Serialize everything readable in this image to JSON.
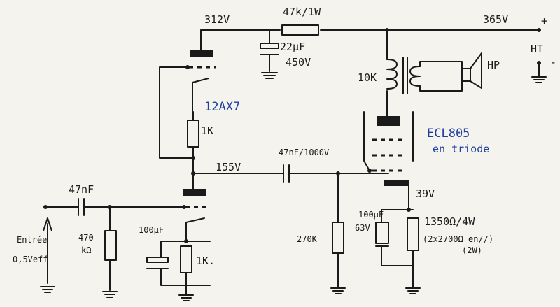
{
  "labels": {
    "v312": "312V",
    "r_top": "47k/1W",
    "v365": "365V",
    "plus": "+",
    "ht": "HT",
    "minus": "-",
    "c22_value": "22µF",
    "c22_voltage": "450V",
    "transformer": "10K",
    "speaker": "HP",
    "tube1": "12AX7",
    "r_1k_mid": "1K",
    "v155": "155V",
    "c_coupling": "47nF/1000V",
    "tube2": "ECL805",
    "tube2_mode": "en triode",
    "c_input": "47nF",
    "input_label": "Entrée",
    "input_level": "0,5Veff",
    "r470_value": "470",
    "r470_unit": "kΩ",
    "c100_left": "100µF",
    "r_1k_bottom": "1K.",
    "r270": "270K",
    "v39": "39V",
    "c100_right_value": "100µF",
    "c100_right_voltage": "63V",
    "r_cathode": "1350Ω/4W",
    "r_cathode_note": "(2x2700Ω en//)",
    "r_cathode_note2": "(2W)"
  },
  "colors": {
    "ink": "#1a1a1a",
    "blue_ink": "#1f3fa0",
    "paper": "#f4f3ee"
  }
}
